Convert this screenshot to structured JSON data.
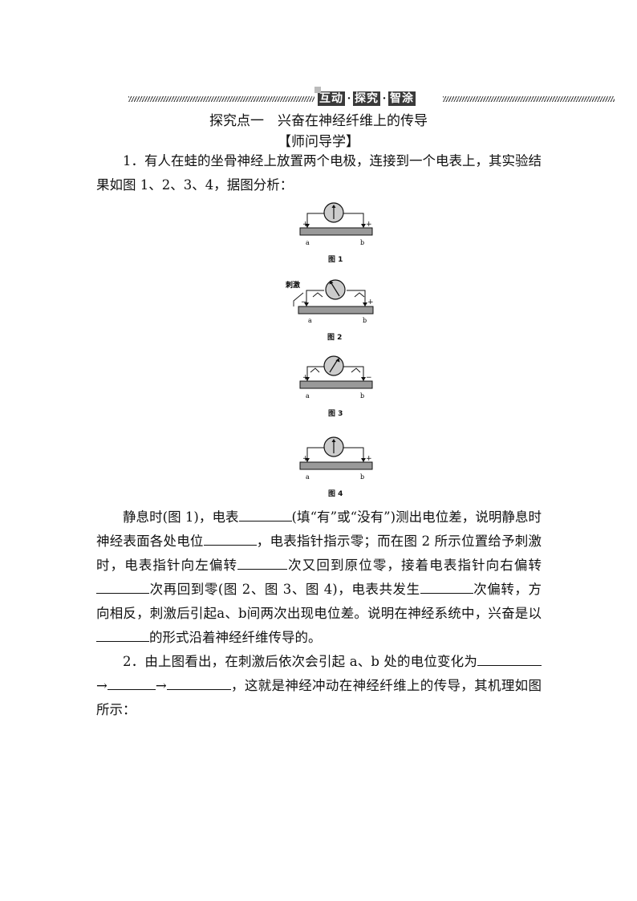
{
  "banner": {
    "tags": [
      "互动",
      "探究",
      "智涂"
    ],
    "dot": "·"
  },
  "section_title": "探究点一　兴奋在神经纤维上的传导",
  "sub_title": "【师问导学】",
  "q1": {
    "num": "1",
    "text": "．有人在蛙的坐骨神经上放置两个电极，连接到一个电表上，其实验结果如图 1、2、3、4，据图分析："
  },
  "figures": [
    {
      "caption": "图 1",
      "label_a": "a",
      "label_b": "b",
      "left_sign": "+",
      "right_sign": "+"
    },
    {
      "caption": "图 2",
      "label_a": "a",
      "label_b": "b",
      "left_sign": "−",
      "right_sign": "+",
      "stimulus": "刺激"
    },
    {
      "caption": "图 3",
      "label_a": "a",
      "label_b": "b",
      "left_sign": "+",
      "right_sign": "−"
    },
    {
      "caption": "图 4",
      "label_a": "a",
      "label_b": "b",
      "left_sign": "+",
      "right_sign": "+"
    }
  ],
  "p1": {
    "s1": "静息时(图 1)，电表",
    "s2": "(填“有”或“没有”)测出电位差，说明静息时神经表面各处电位",
    "s3": "，电表指针指示零；而在图 2 所示位置给予刺激时，电表指针向左偏转",
    "s4": "次又回到原位零，接着电表指针向右偏转",
    "s5": "次再回到零(图 2、图 3、图 4)，电表共发生",
    "s6": "次偏转，方向相反，刺激后引起a、b间两次出现电位差。说明在神经系统中，兴奋是以",
    "s7": "的形式沿着神经纤维传导的。"
  },
  "q2": {
    "num": "2",
    "s1": "．由上图看出，在刺激后依次会引起 a、b 处的电位变化为",
    "arrow": "→",
    "s2": "，这就是神经冲动在神经纤维上的传导，其机理如图所示："
  }
}
